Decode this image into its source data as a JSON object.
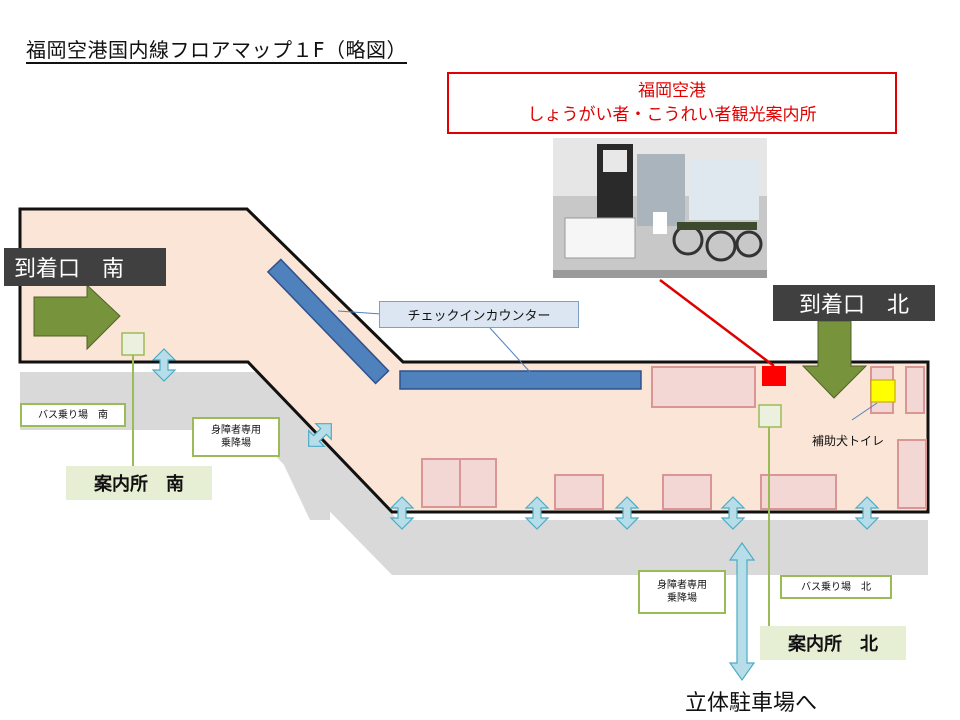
{
  "title": "福岡空港国内線フロアマップ１F（略図）",
  "center": {
    "line1": "福岡空港",
    "line2": "しょうがい者・こうれい者観光案内所"
  },
  "arrival_south": "到着口　南",
  "arrival_north": "到着口　北",
  "checkin_counter": "チェックインカウンター",
  "bus_stop_south": "バス乗り場　南",
  "accessible_south": {
    "line1": "身障者専用",
    "line2": "乗降場"
  },
  "info_south": "案内所　南",
  "accessible_north": {
    "line1": "身障者専用",
    "line2": "乗降場"
  },
  "bus_stop_north": "バス乗り場　北",
  "assist_dog_toilet": "補助犬トイレ",
  "info_north": "案内所　北",
  "parking": "立体駐車場へ",
  "colors": {
    "terminal_fill": "#fbe5d6",
    "road": "#d9d9d9",
    "counter": "#4f81bd",
    "shop_fill": "#f2d7d5",
    "shop_stroke": "#d99694",
    "green_arrow": "#77933c",
    "info_marker": "#ebf1de",
    "center_marker": "#ff0000",
    "dog_toilet_marker": "#ffff00",
    "door_arrow": "#b7dee8"
  }
}
